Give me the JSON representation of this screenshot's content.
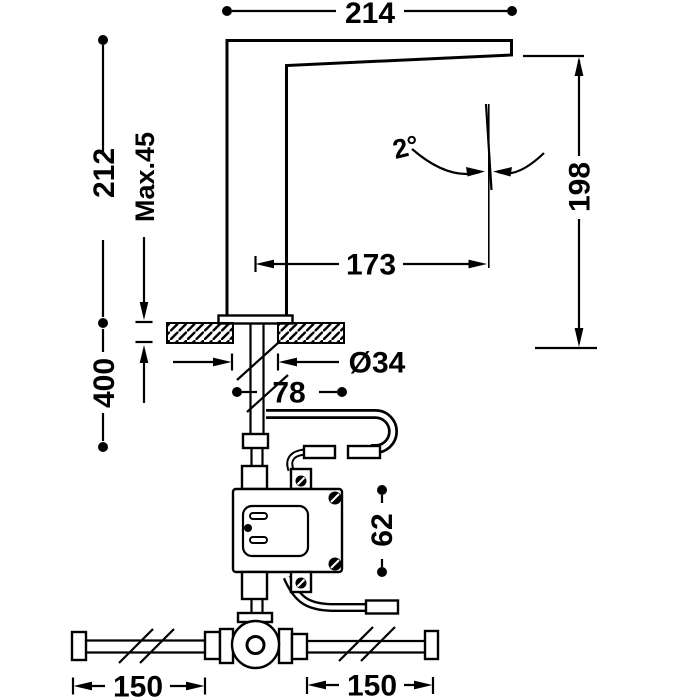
{
  "drawing": {
    "labels": {
      "top_width": "214",
      "height_above_counter": "212",
      "max_counter_thickness": "Max.45",
      "hose_length": "400",
      "spout_reach": "173",
      "outlet_height": "198",
      "outlet_angle": "2°",
      "hole_diameter": "Ø34",
      "hose_offset": "78",
      "control_box_height": "62",
      "left_supply_length": "150",
      "right_supply_length": "150"
    }
  }
}
